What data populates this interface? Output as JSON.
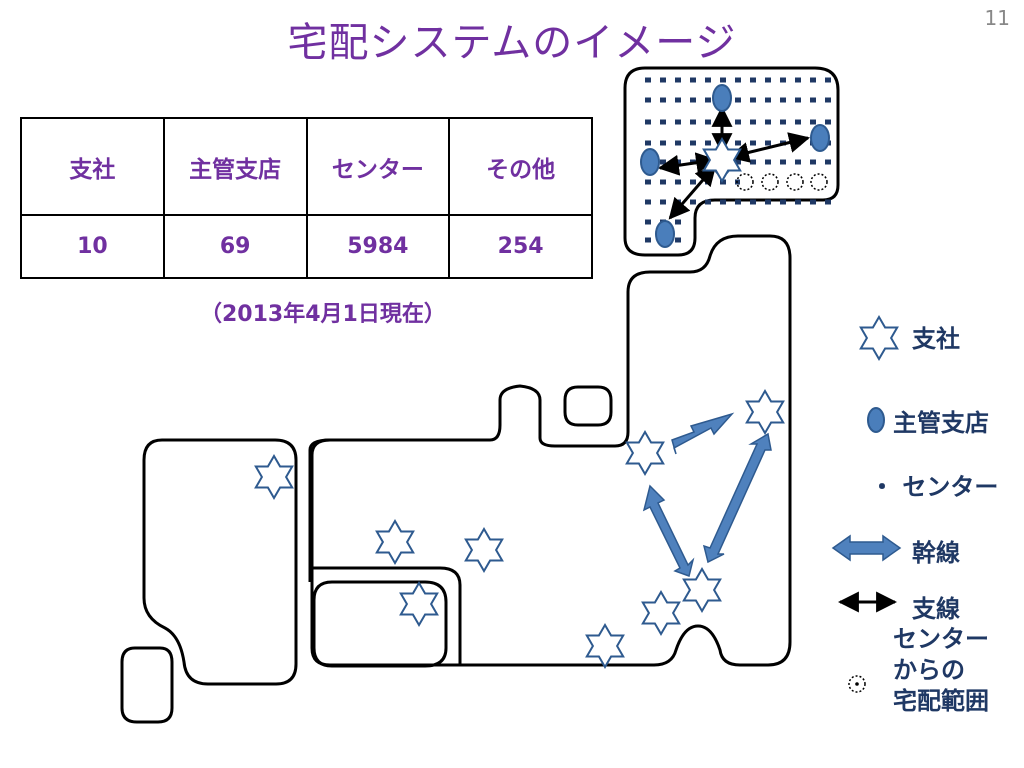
{
  "slide": {
    "title": "宅配システムのイメージ",
    "page_number": "11"
  },
  "table": {
    "headers": [
      "支社",
      "主管支店",
      "センター",
      "その他"
    ],
    "values": [
      "10",
      "69",
      "5984",
      "254"
    ]
  },
  "as_of_note": "（2013年4月1日現在）",
  "legend": {
    "branch": "支社",
    "main_branch": "主管支店",
    "center": "・ センター",
    "trunk_line": "幹線",
    "branch_line": "支線",
    "delivery_range": [
      "センター",
      "からの",
      "宅配範囲"
    ]
  },
  "colors": {
    "title": "#7030a0",
    "table_text": "#7030a0",
    "legend_text": "#1f3864",
    "star_stroke": "#2e5a8f",
    "main_branch_fill": "#4a7ebb",
    "trunk_arrow_fill": "#4f81bd",
    "center_dot": "#1f3864"
  },
  "icons": [
    "star-of-david-icon",
    "ellipse-icon",
    "double-arrow-icon",
    "dotted-circle-icon"
  ]
}
